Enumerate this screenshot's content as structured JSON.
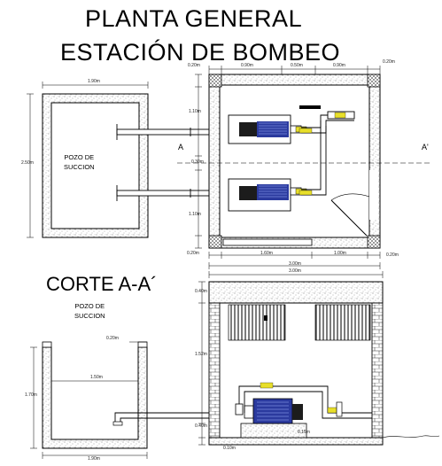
{
  "titles": {
    "plan_line1": "PLANTA GENERAL",
    "plan_line2": "ESTACIÓN DE BOMBEO",
    "section": "CORTE A-A´"
  },
  "labels": {
    "plan_pozo_line1": "POZO DE",
    "plan_pozo_line2": "SUCCION",
    "section_pozo_line1": "POZO DE",
    "section_pozo_line2": "SUCCION",
    "section_mark_left": "A",
    "section_mark_right": "A'"
  },
  "dimensions": {
    "plan_pozo_width": "1.90m",
    "plan_pozo_height": "2.50m",
    "plan_wall_top": "0.20m",
    "plan_seg_a": "0.90m",
    "plan_seg_b": "0.50m",
    "plan_seg_c": "0.90m",
    "plan_wall_top_right": "0.20m",
    "plan_height_upper": "1.10m",
    "plan_height_mid": "0.30m",
    "plan_height_lower": "1.10m",
    "plan_wall_bottom_left": "0.20m",
    "plan_bottom_seg_a": "1.60m",
    "plan_bottom_seg_b": "1.00m",
    "plan_wall_bottom_right": "0.20m",
    "plan_total_width": "3.00m",
    "section_total_width": "3.00m",
    "section_slab": "0.40m",
    "section_height": "1.52m",
    "section_base": "0.40m",
    "section_base_bottom": "0.10m",
    "section_base_right": "0.15m",
    "section_pozo_wall": "0.20m",
    "section_pozo_inner": "1.50m",
    "section_pozo_height": "1.70m",
    "section_pozo_width": "1.90m"
  },
  "colors": {
    "line": "#000000",
    "hatch": "#555555",
    "pump_blue": "#2b3a9e",
    "pump_dark": "#1c1c1c",
    "fitting_yellow": "#e8df2a"
  }
}
